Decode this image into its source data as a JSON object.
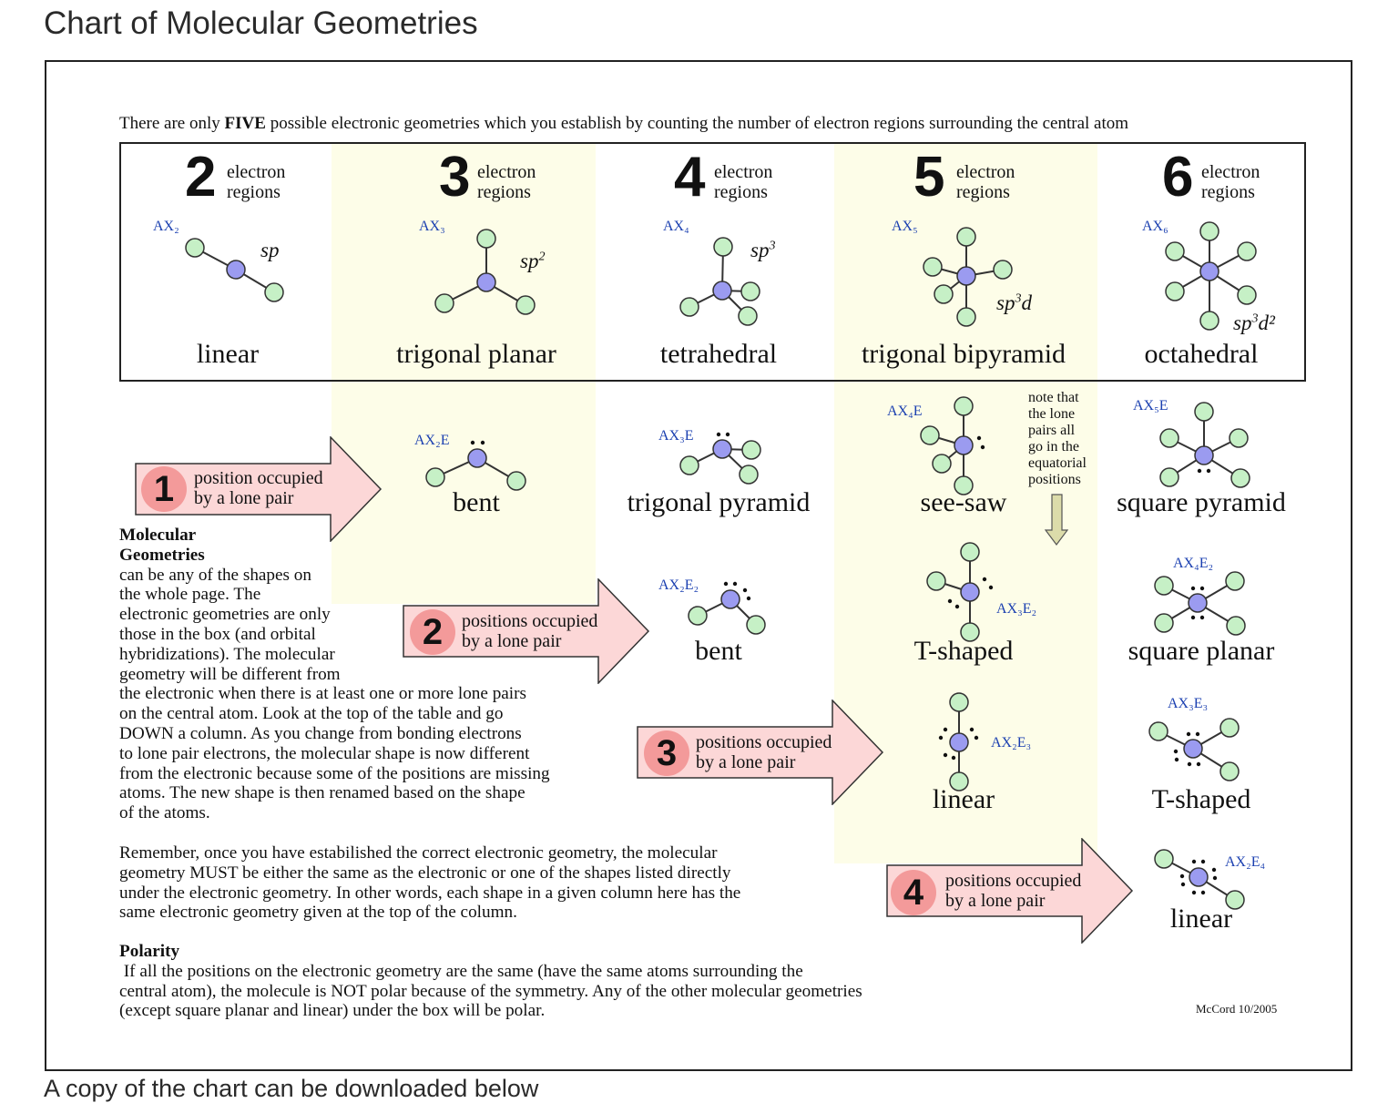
{
  "title": "Chart of Molecular Geometries",
  "intro": {
    "before": "There are only ",
    "emphasis": "FIVE",
    "after": " possible electronic geometries which you establish by counting the number of electron regions surrounding the central atom"
  },
  "columns": [
    {
      "count": "2",
      "line1": "electron",
      "line2": "regions",
      "formula": "AX₂",
      "hybrid_base": "sp",
      "hybrid_sup": "",
      "hybrid_tail": "",
      "geometry": "linear"
    },
    {
      "count": "3",
      "line1": "electron",
      "line2": "regions",
      "formula": "AX₃",
      "hybrid_base": "sp",
      "hybrid_sup": "2",
      "hybrid_tail": "",
      "geometry": "trigonal planar"
    },
    {
      "count": "4",
      "line1": "electron",
      "line2": "regions",
      "formula": "AX₄",
      "hybrid_base": "sp",
      "hybrid_sup": "3",
      "hybrid_tail": "",
      "geometry": "tetrahedral"
    },
    {
      "count": "5",
      "line1": "electron",
      "line2": "regions",
      "formula": "AX₅",
      "hybrid_base": "sp",
      "hybrid_sup": "3",
      "hybrid_tail": "d",
      "geometry": "trigonal bipyramid"
    },
    {
      "count": "6",
      "line1": "electron",
      "line2": "regions",
      "formula": "AX₆",
      "hybrid_base": "sp",
      "hybrid_sup": "3",
      "hybrid_tail": "d²",
      "geometry": "octahedral"
    }
  ],
  "arrows": [
    {
      "number": "1",
      "line1": "position occupied",
      "line2": "by a lone pair"
    },
    {
      "number": "2",
      "line1": "positions occupied",
      "line2": "by a lone pair"
    },
    {
      "number": "3",
      "line1": "positions occupied",
      "line2": "by a lone pair"
    },
    {
      "number": "4",
      "line1": "positions occupied",
      "line2": "by a lone pair"
    }
  ],
  "shapes": {
    "ax2e": {
      "formula": "AX₂E",
      "name": "bent"
    },
    "ax3e": {
      "formula": "AX₃E",
      "name": "trigonal pyramid"
    },
    "ax4e": {
      "formula": "AX₄E",
      "name": "see-saw"
    },
    "ax5e": {
      "formula": "AX₅E",
      "name": "square pyramid"
    },
    "ax2e2": {
      "formula": "AX₂E₂",
      "name": "bent"
    },
    "ax3e2": {
      "formula": "AX₃E₂",
      "name": "T-shaped"
    },
    "ax4e2": {
      "formula": "AX₄E₂",
      "name": "square planar"
    },
    "ax2e3": {
      "formula": "AX₂E₃",
      "name": "linear"
    },
    "ax3e3": {
      "formula": "AX₃E₃",
      "name": "T-shaped"
    },
    "ax2e4": {
      "formula": "AX₂E₄",
      "name": "linear"
    }
  },
  "equatorial_note": [
    "note that",
    "the lone",
    "pairs all",
    "go in the",
    "equatorial",
    "positions"
  ],
  "molecular": {
    "heading1": "Molecular",
    "heading2": "Geometries",
    "lines": [
      "can be any of the shapes on",
      "the whole page. The",
      "electronic geometries are only",
      "those in the box (and orbital",
      "hybridizations). The molecular",
      "geometry will be different from",
      "the electronic when there is at least one or more lone pairs",
      "on the central atom. Look at the top of the table and go",
      "DOWN a column. As you change from bonding electrons",
      "to lone pair electrons, the molecular shape is now different",
      "from the electronic because some of the positions are missing",
      "atoms. The new shape is then renamed based on the shape",
      "of the atoms."
    ]
  },
  "remember": [
    "Remember, once you have estabilished the correct electronic geometry, the molecular",
    "geometry MUST be either the same as the electronic or one of the shapes listed directly",
    "under the electronic geometry. In other words, each shape in a given column here has the",
    "same electronic geometry given at the top of the column."
  ],
  "polarity": {
    "heading": "Polarity",
    "lines": [
      " If all the positions on the electronic geometry are the same (have the same atoms surrounding the",
      "central atom), the molecule is NOT polar because of the symmetry. Any of the other molecular geometries",
      "(except square planar and linear) under the box will be polar."
    ]
  },
  "credit": "McCord 10/2005",
  "footer": "A copy of the chart can be downloaded below",
  "colors": {
    "central": "#9b9bf0",
    "outer": "#c6f0c6",
    "arrow_fill": "#fcd7d7",
    "arrow_badge": "#f39a9a",
    "column_shade": "#fdfde8"
  }
}
